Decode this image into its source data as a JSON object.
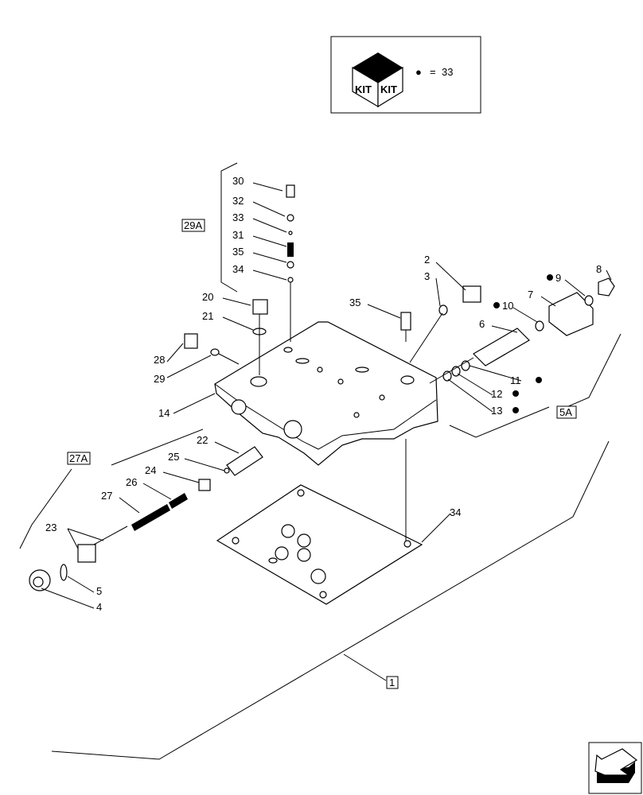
{
  "kit_legend": {
    "symbol": "●",
    "equals": "=",
    "kit_number": "33",
    "icon_text": [
      "KIT",
      "KIT"
    ]
  },
  "callouts": [
    "30",
    "32",
    "33",
    "31",
    "35",
    "34",
    "20",
    "21",
    "28",
    "29",
    "14",
    "2",
    "3",
    "35",
    "6",
    "7",
    "8",
    "9",
    "10",
    "11",
    "12",
    "13",
    "22",
    "25",
    "24",
    "26",
    "27",
    "23",
    "5",
    "4",
    "34"
  ],
  "kit_marked_callouts": [
    "9",
    "10",
    "11",
    "12",
    "13"
  ],
  "reference_boxes": [
    "29A",
    "5A",
    "27A",
    "1"
  ],
  "nav_icon": "arrow-back-icon"
}
